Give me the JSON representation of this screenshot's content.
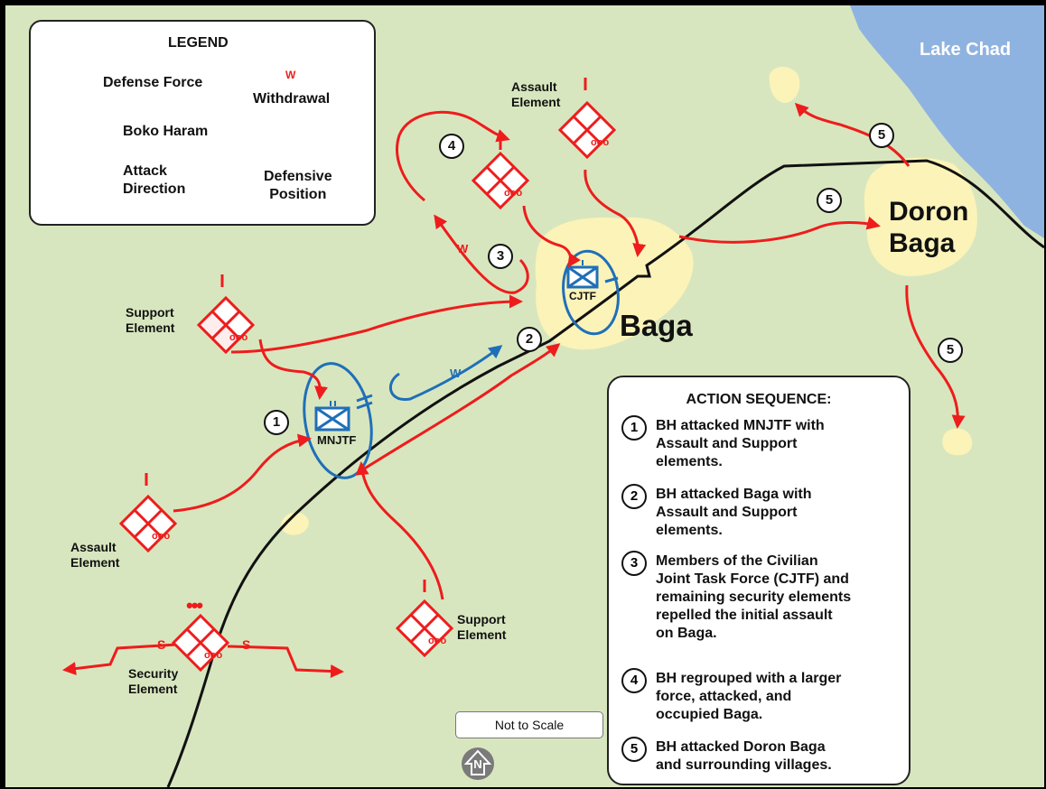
{
  "legend": {
    "title": "LEGEND",
    "defense_force": "Defense Force",
    "boko_haram": "Boko Haram",
    "attack_direction": "Attack\nDirection",
    "withdrawal": "Withdrawal",
    "defensive_position": "Defensive\nPosition",
    "withdrawal_mark": "W"
  },
  "places": {
    "lake": "Lake Chad",
    "baga": "Baga",
    "doron_baga": "Doron\nBaga"
  },
  "units": {
    "mnjtf": "MNJTF",
    "cjtf": "CJTF",
    "support_element_nw": "Support\nElement",
    "assault_element_sw": "Assault\nElement",
    "assault_element_n": "Assault\nElement",
    "support_element_s": "Support\nElement",
    "security_element": "Security\nElement",
    "screen_mark": "S",
    "withdraw_mark": "W",
    "bh_symbol": "ooo",
    "unit_size_mark": "•••"
  },
  "markers": [
    "1",
    "2",
    "3",
    "4",
    "5",
    "5",
    "5"
  ],
  "sequence": {
    "title": "ACTION SEQUENCE:",
    "items": [
      {
        "num": "1",
        "text": "BH attacked MNJTF with\nAssault and Support\nelements."
      },
      {
        "num": "2",
        "text": "BH attacked Baga with\nAssault and Support\nelements."
      },
      {
        "num": "3",
        "text": "Members of the Civilian\nJoint Task Force (CJTF) and\nremaining security elements\nrepelled the initial assault\non Baga."
      },
      {
        "num": "4",
        "text": "BH regrouped with a larger\nforce, attacked, and\noccupied Baga."
      },
      {
        "num": "5",
        "text": "BH attacked Doron Baga\nand surrounding villages."
      }
    ]
  },
  "scale_note": "Not to Scale",
  "north": "N",
  "colors": {
    "background": "#d8e6bf",
    "lake": "#8fb3e0",
    "town": "#fbf3b8",
    "enemy_red": "#ee1c1c",
    "friendly_blue": "#1f6fb8",
    "road": "#111111"
  }
}
